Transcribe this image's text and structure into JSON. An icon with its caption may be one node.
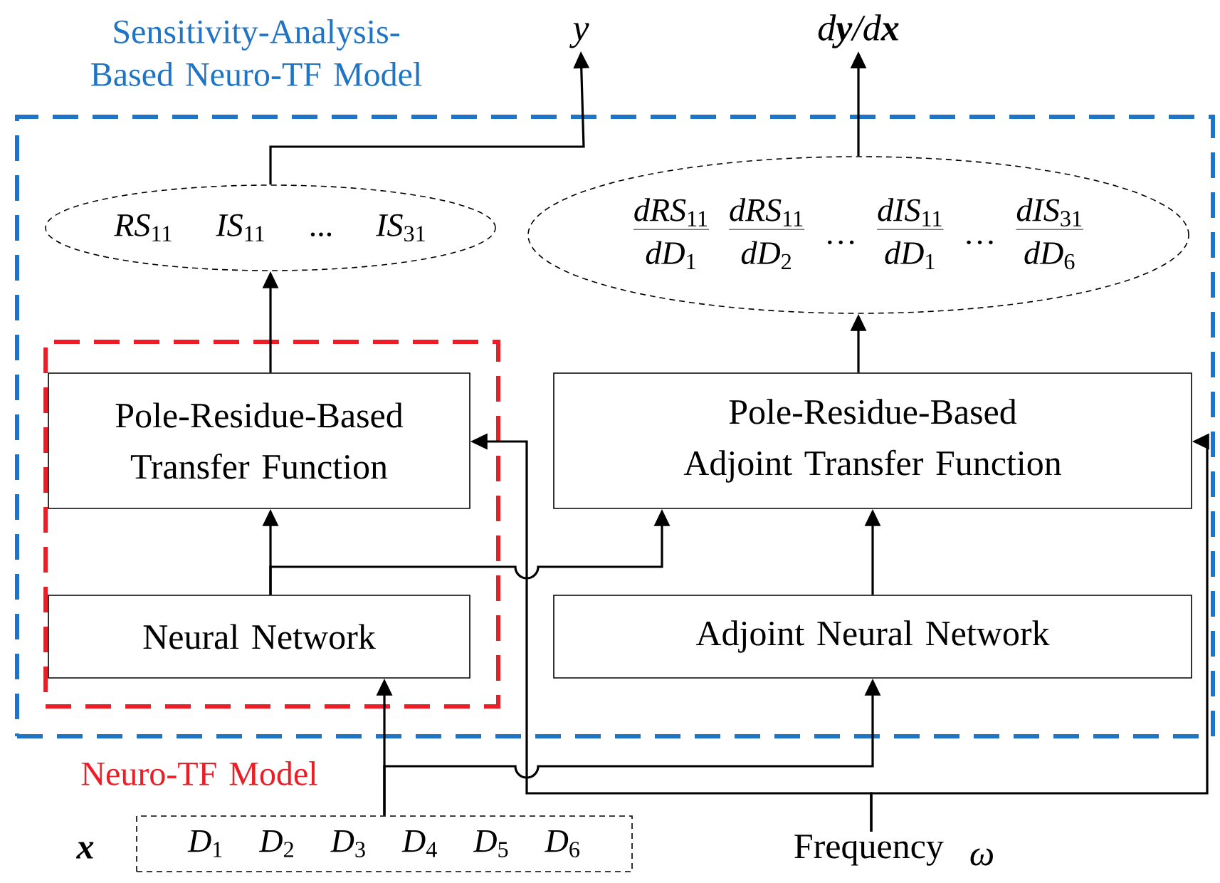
{
  "diagram": {
    "nodes": [
      {
        "text": [
          "Sensitivity-Analysis-Based Neuro-TF Model"
        ]
      },
      {
        "text": [
          "Neuro-TF Model"
        ],
        "in": 0
      },
      {
        "text": [
          "*RS*$_{11}$",
          "*IS*$_{11}$",
          "...",
          "*IS*$_{31}$"
        ],
        "in": 0
      },
      {
        "text": [
          "*dRS*$_{11}$",
          "*dD*$_{1}$",
          "*dRS*$_{11}$",
          "*dD*$_{2}$",
          "…",
          "*dIS*$_{11}$",
          "*dD*$_{1}$",
          "…",
          "*dIS*$_{31}$",
          "*dD*$_{6}$"
        ],
        "in": 0
      },
      {
        "text": [
          "Pole-Residue-Based Transfer Function"
        ],
        "in": 1
      },
      {
        "text": [
          "Neural Network"
        ],
        "in": 1
      },
      {
        "text": [
          "Pole-Residue-Based Adjoint Transfer Function"
        ],
        "in": 0
      },
      {
        "text": [
          "Adjoint Neural Network"
        ],
        "in": 0
      },
      {
        "text": [
          "*D*$_{1}$",
          "*D*$_{2}$",
          "*D*$_{3}$",
          "*D*$_{4}$",
          "*D*$_{5}$",
          "*D*$_{6}$"
        ],
        "beside": [
          "x"
        ]
      },
      {
        "text": [
          "Frequency",
          "ω"
        ]
      },
      {
        "text": [
          "y"
        ]
      },
      {
        "text": [
          "d**y**/d**x**"
        ]
      }
    ],
    "edges": [
      {
        "from": 2,
        "to": 10,
        "arrow": "to"
      },
      {
        "from": 3,
        "to": 11,
        "arrow": "to"
      },
      {
        "from": 4,
        "to": 2,
        "arrow": "to"
      },
      {
        "from": 6,
        "to": 3,
        "arrow": "to"
      },
      {
        "from": 5,
        "to": 4,
        "arrow": "to"
      },
      {
        "from": 5,
        "to": 6,
        "arrow": "to"
      },
      {
        "from": 7,
        "to": 6,
        "arrow": "to"
      },
      {
        "from": 8,
        "to": 5,
        "arrow": "to"
      },
      {
        "from": 8,
        "to": 7,
        "arrow": "to"
      },
      {
        "from": 9,
        "to": 4,
        "arrow": "to"
      },
      {
        "from": 9,
        "to": 6,
        "arrow": "to"
      }
    ]
  }
}
